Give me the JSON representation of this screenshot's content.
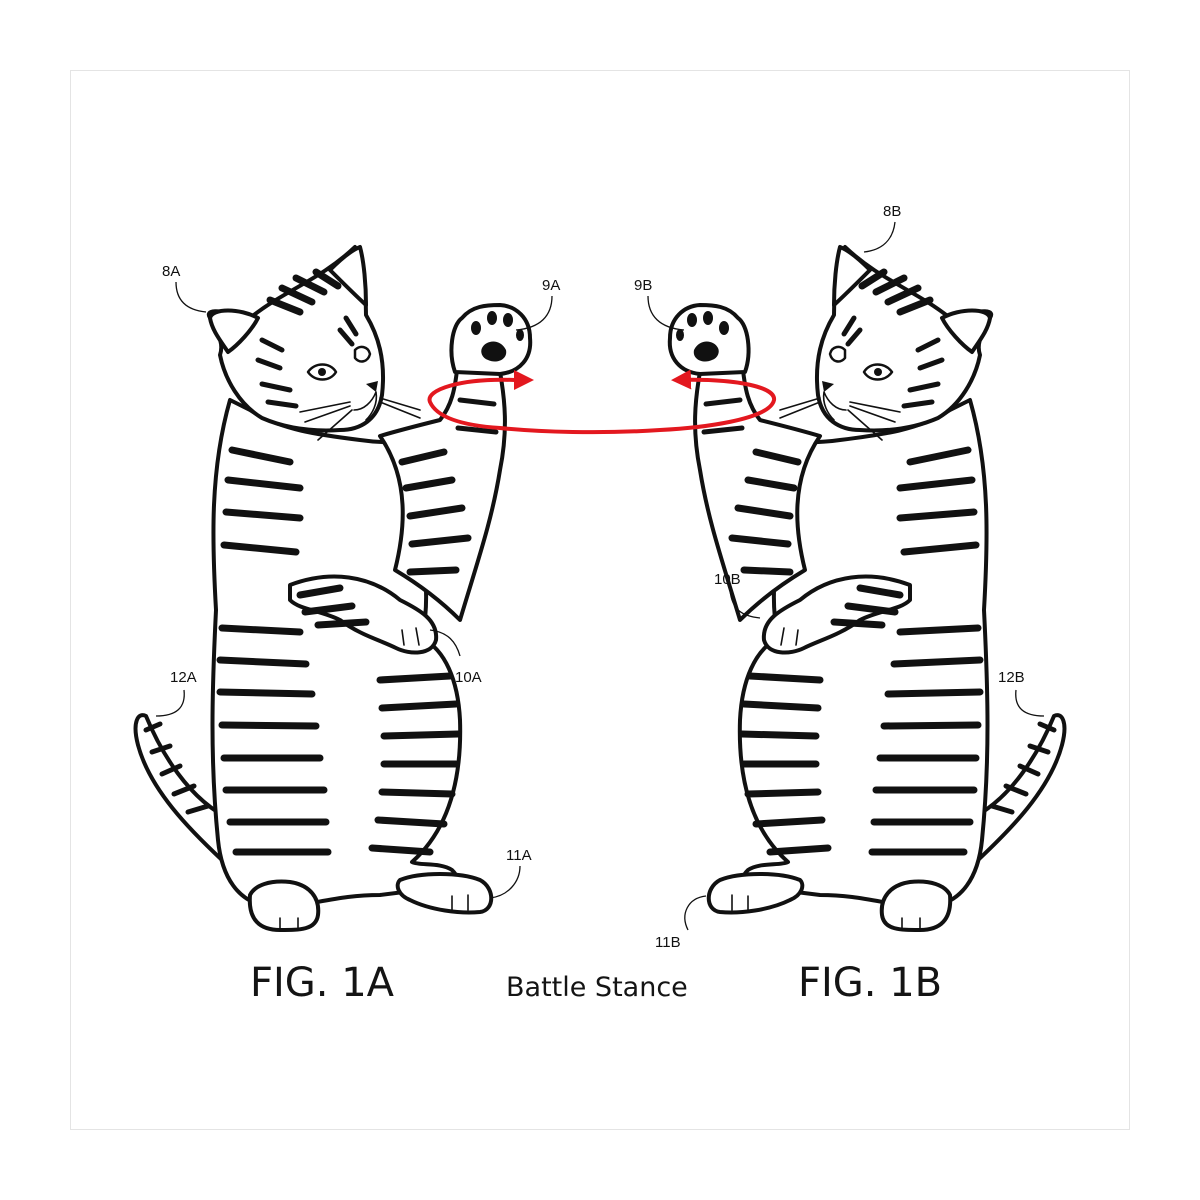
{
  "figure_labels": {
    "left": "FIG. 1A",
    "right": "FIG. 1B",
    "caption": "Battle Stance"
  },
  "reference_numerals": {
    "head_a": "8A",
    "paw_a": "9A",
    "forepaw_a": "10A",
    "hindpaw_a": "11A",
    "tail_a": "12A",
    "head_b": "8B",
    "paw_b": "9B",
    "forepaw_b": "10B",
    "hindpaw_b": "11B",
    "tail_b": "12B"
  },
  "colors": {
    "motion_arrow": "#e3181f",
    "line_art": "#111111",
    "background": "#ffffff",
    "border": "#e4e4e4"
  },
  "icons": {
    "left_subject": "tabby-cat-standing-icon",
    "right_subject": "tabby-cat-standing-icon",
    "motion": "circular-swipe-arrow-icon"
  }
}
